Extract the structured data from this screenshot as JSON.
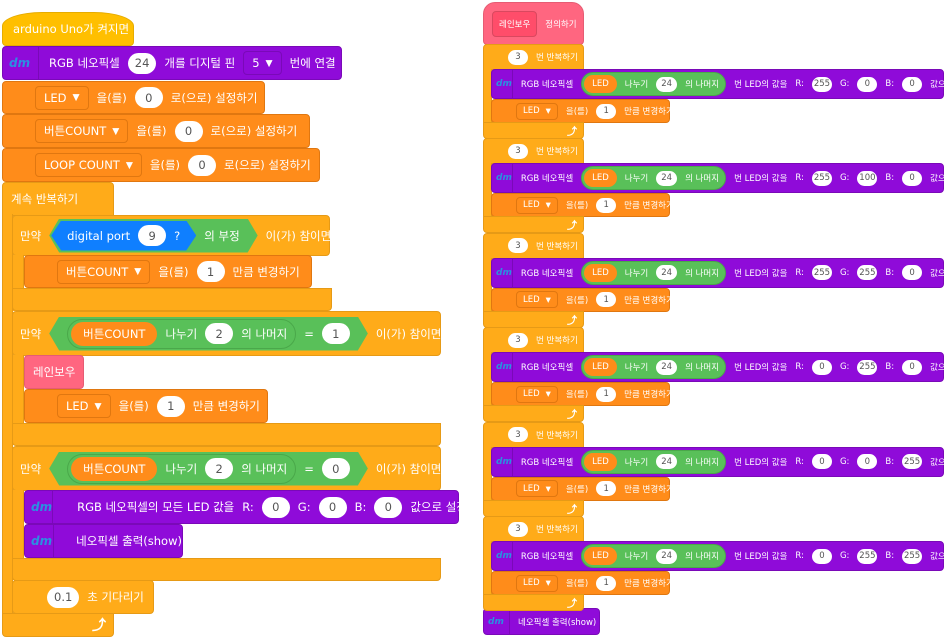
{
  "colors": {
    "event": "#FFBF00",
    "neopixel": "#8F0BD9",
    "variable": "#FF8C1A",
    "control": "#FFAB19",
    "operator": "#59C059",
    "sensor": "#0F7FFF",
    "function": "#FF6680"
  },
  "icons": {
    "neopixel": "neopixel-logo-icon",
    "dropdown": "triangle-down-icon",
    "loop_arrow": "loop-arrow-icon"
  },
  "left": {
    "hat": "arduino Uno가 켜지면",
    "init": {
      "logo": "dm",
      "label1": "RGB 네오픽셀",
      "count": "24",
      "label2": "개를 디지털 핀",
      "pin": "5",
      "label3": "번에 연결"
    },
    "sets": [
      {
        "var": "LED",
        "mid": "을(를)",
        "value": "0",
        "tail": "로(으로) 설정하기"
      },
      {
        "var": "버튼COUNT",
        "mid": "을(를)",
        "value": "0",
        "tail": "로(으로) 설정하기"
      },
      {
        "var": "LOOP COUNT",
        "mid": "을(를)",
        "value": "0",
        "tail": "로(으로) 설정하기"
      }
    ],
    "forever": "계속 반복하기",
    "if1": {
      "if": "만약",
      "sensor": "digital port",
      "port": "9",
      "q": "?",
      "not": "의 부정",
      "then": "이(가) 참이면",
      "change": {
        "var": "버튼COUNT",
        "mid": "을(를)",
        "value": "1",
        "tail": "만큼 변경하기"
      }
    },
    "if2": {
      "if": "만약",
      "var": "버튼COUNT",
      "div": "나누기",
      "divisor": "2",
      "mod": "의 나머지",
      "eq": "=",
      "cmp": "1",
      "then": "이(가) 참이면",
      "call": "레인보우",
      "change": {
        "var": "LED",
        "mid": "을(를)",
        "value": "1",
        "tail": "만큼 변경하기"
      }
    },
    "if3": {
      "if": "만약",
      "var": "버튼COUNT",
      "div": "나누기",
      "divisor": "2",
      "mod": "의 나머지",
      "eq": "=",
      "cmp": "0",
      "then": "이(가) 참이면",
      "setall": {
        "label": "RGB 네오픽셀의 모든 LED 값을",
        "r_label": "R:",
        "r": "0",
        "g_label": "G:",
        "g": "0",
        "b_label": "B:",
        "b": "0",
        "tail": "값으로 설정"
      },
      "show": "네오픽셀 출력(show)"
    },
    "wait": {
      "value": "0.1",
      "tail": "초 기다리기"
    }
  },
  "right": {
    "define": {
      "name": "레인보우",
      "label": "정의하기"
    },
    "groups": [
      {
        "times": "3",
        "r": "255",
        "g": "0",
        "b": "0"
      },
      {
        "times": "3",
        "r": "255",
        "g": "100",
        "b": "0"
      },
      {
        "times": "3",
        "r": "255",
        "g": "255",
        "b": "0"
      },
      {
        "times": "3",
        "r": "0",
        "g": "255",
        "b": "0"
      },
      {
        "times": "3",
        "r": "0",
        "g": "0",
        "b": "255"
      },
      {
        "times": "3",
        "r": "0",
        "g": "255",
        "b": "255"
      }
    ],
    "common": {
      "repeat": "번 반복하기",
      "label": "RGB 네오픽셀",
      "var": "LED",
      "div": "나누기",
      "divisor": "24",
      "mod": "의 나머지",
      "led_label": "번 LED의 값을",
      "r_label": "R:",
      "g_label": "G:",
      "b_label": "B:",
      "tail": "값으로 설정",
      "change_var": "LED",
      "change_mid": "을(를)",
      "change_value": "1",
      "change_tail": "만큼 변경하기"
    },
    "show": "네오픽셀 출력(show)"
  }
}
